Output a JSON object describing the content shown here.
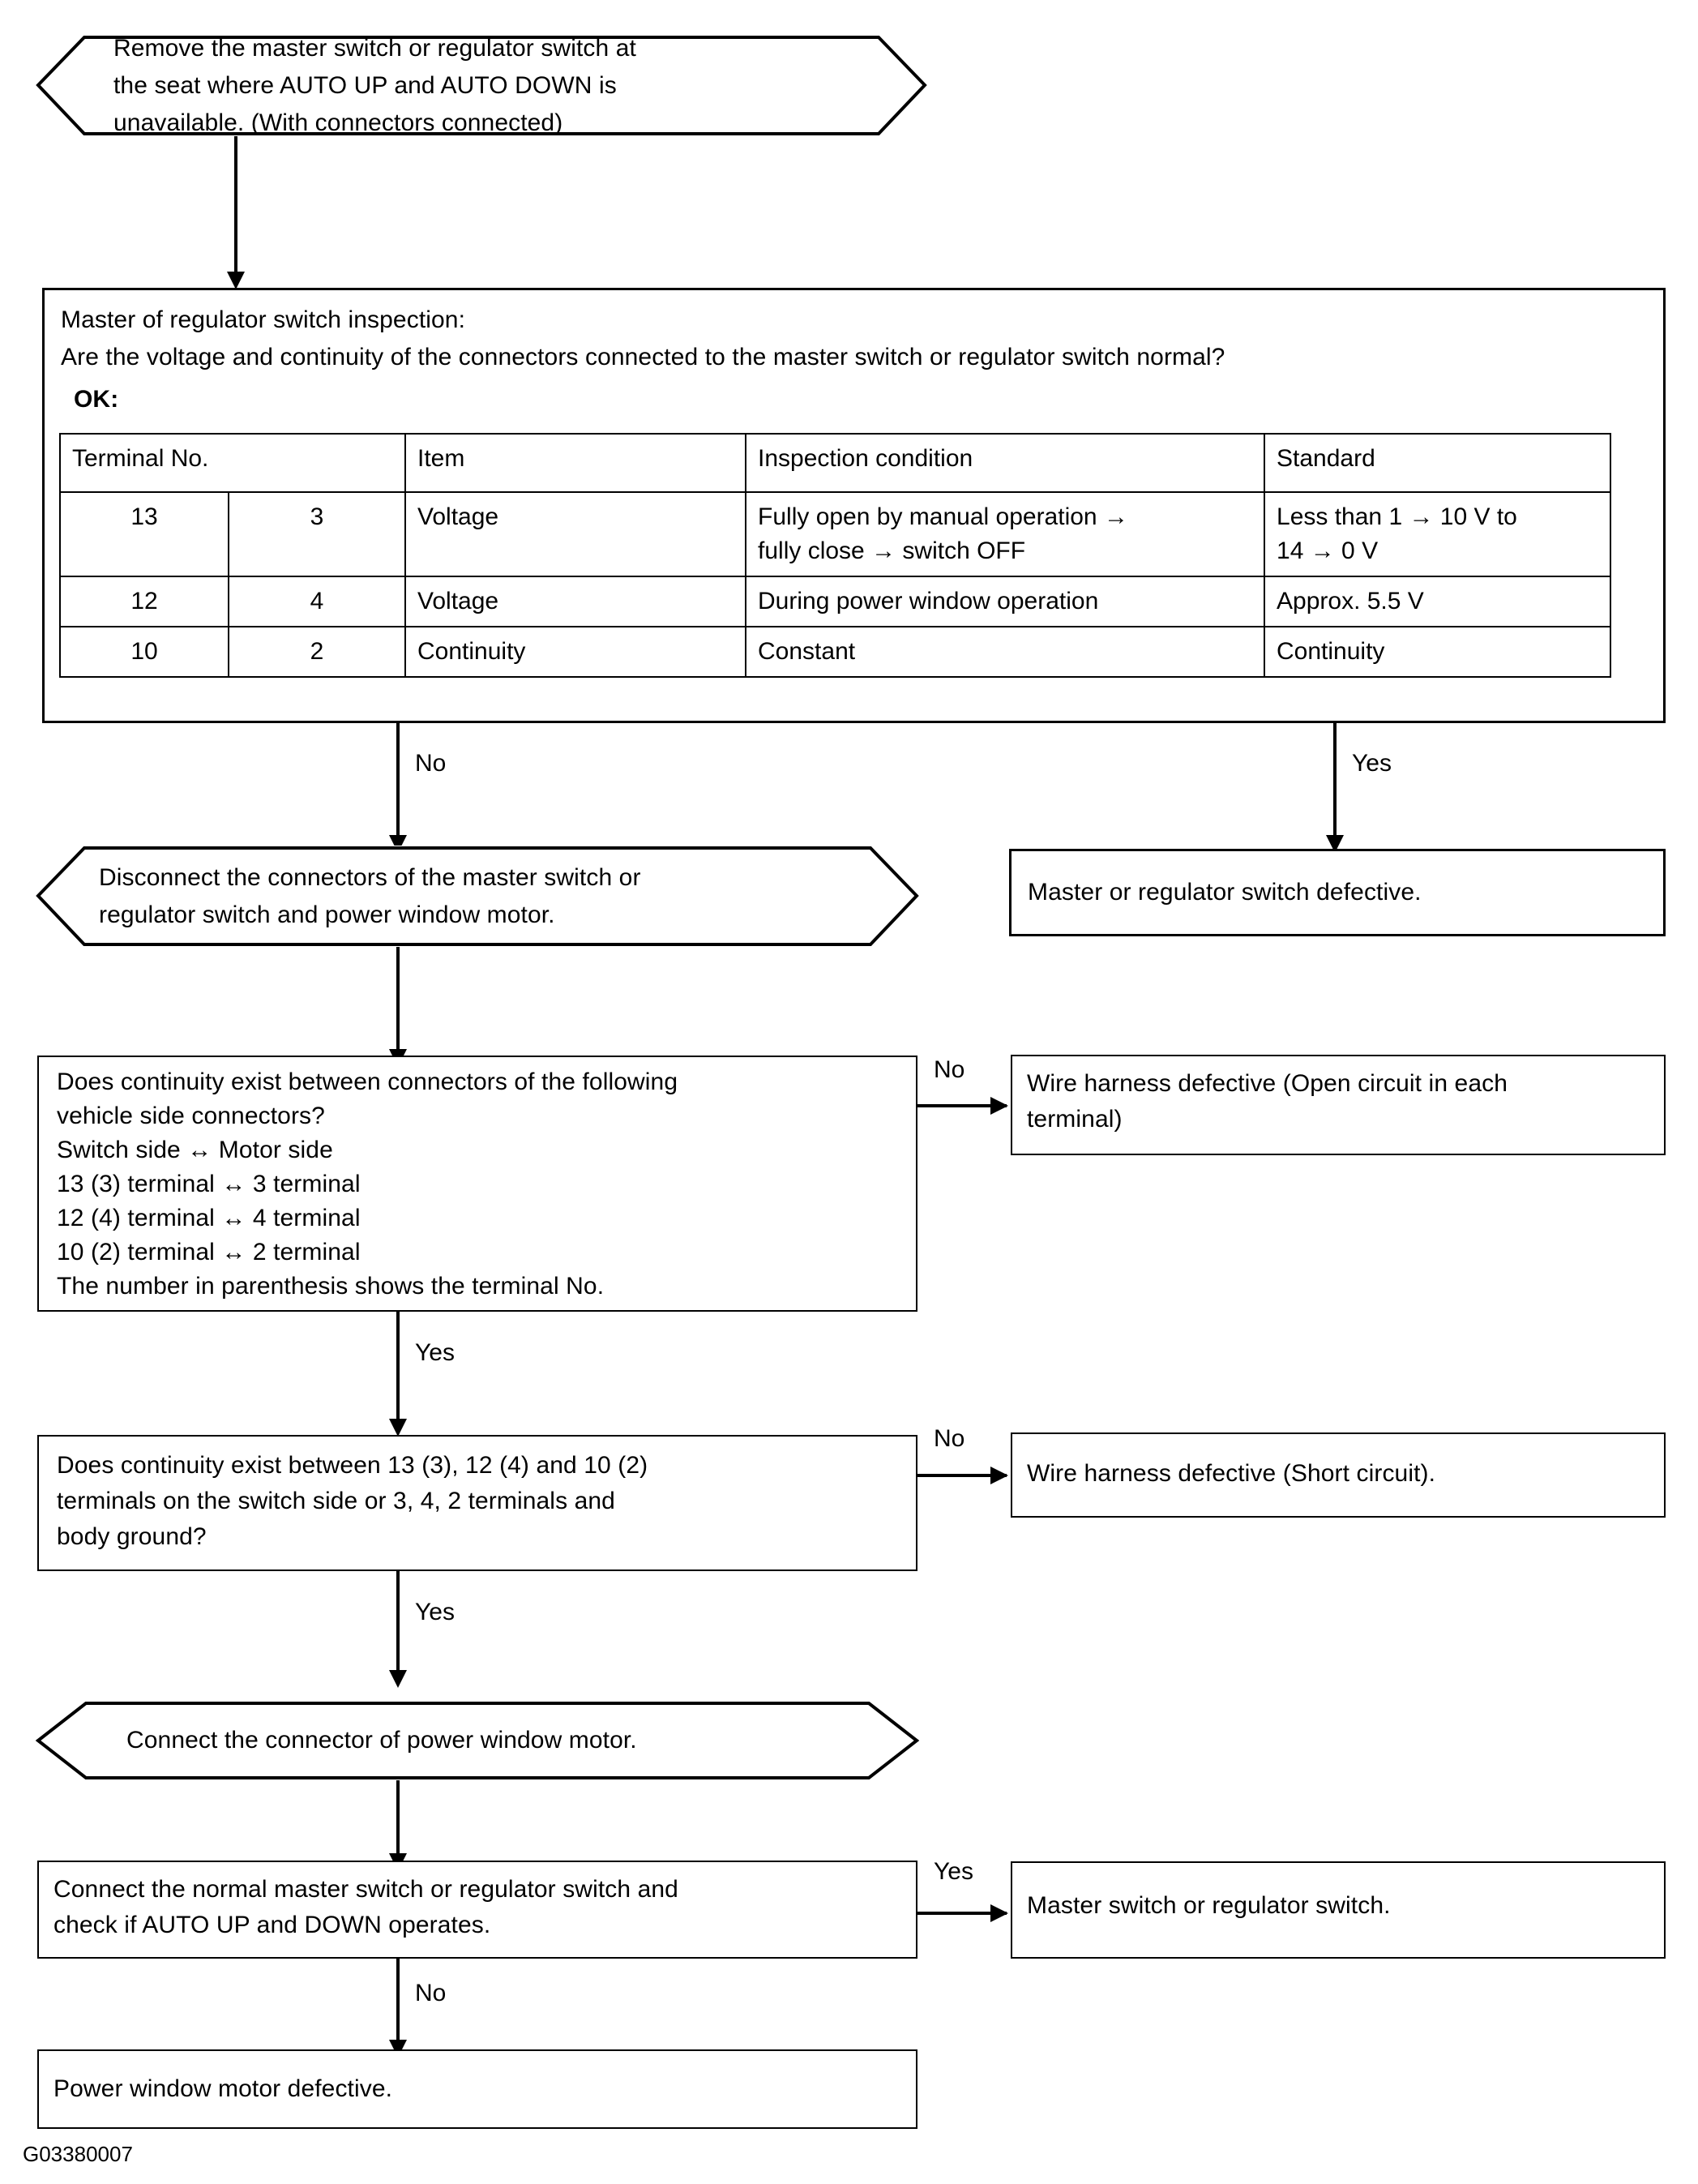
{
  "figure": {
    "id_code": "G03380007"
  },
  "nodes": {
    "start": {
      "text": "Remove the master switch or regulator switch at\nthe seat where AUTO UP and AUTO DOWN is\nunavailable. (With connectors connected)"
    },
    "inspection": {
      "line1": "Master of regulator switch inspection:",
      "line2": "Are the voltage and continuity of the connectors connected to the master switch or regulator switch normal?",
      "ok_label": "OK:"
    },
    "disconnect": {
      "text": "Disconnect the connectors of the master switch or\nregulator switch and power window motor."
    },
    "switch_defective": {
      "text": "Master or regulator switch defective."
    },
    "continuity_connectors": {
      "text": "Does continuity exist between connectors of the following\nvehicle side connectors?\nSwitch side ↔ Motor side\n13 (3) terminal ↔ 3 terminal\n12 (4) terminal ↔ 4 terminal\n10 (2) terminal ↔ 2 terminal\nThe number in parenthesis shows the terminal No."
    },
    "open_circuit": {
      "text": "Wire harness defective (Open circuit in each\nterminal)"
    },
    "continuity_ground": {
      "text": "Does continuity exist between 13 (3), 12 (4) and 10 (2)\nterminals on the switch side or 3, 4, 2 terminals and\nbody ground?"
    },
    "short_circuit": {
      "text": "Wire harness defective (Short circuit)."
    },
    "connect_motor": {
      "text": "Connect the connector of power window motor."
    },
    "connect_normal_switch": {
      "text": "Connect the normal master switch or regulator switch and\ncheck if AUTO UP and DOWN operates."
    },
    "master_or_regulator": {
      "text": "Master switch or regulator switch."
    },
    "motor_defective": {
      "text": "Power window motor defective."
    }
  },
  "branches": {
    "inspection_no": "No",
    "inspection_yes": "Yes",
    "connectors_no": "No",
    "connectors_yes": "Yes",
    "ground_no": "No",
    "ground_yes": "Yes",
    "final_yes": "Yes",
    "final_no": "No"
  },
  "table": {
    "headers": [
      "Terminal No.",
      "Item",
      "Inspection condition",
      "Standard"
    ],
    "rows": [
      {
        "terminal_a": "13",
        "terminal_b": "3",
        "item": "Voltage",
        "condition": "Fully open by manual operation →\nfully close → switch OFF",
        "standard": "Less than 1 → 10 V to\n14 → 0 V"
      },
      {
        "terminal_a": "12",
        "terminal_b": "4",
        "item": "Voltage",
        "condition": "During power window operation",
        "standard": "Approx. 5.5 V"
      },
      {
        "terminal_a": "10",
        "terminal_b": "2",
        "item": "Continuity",
        "condition": "Constant",
        "standard": "Continuity"
      }
    ]
  }
}
